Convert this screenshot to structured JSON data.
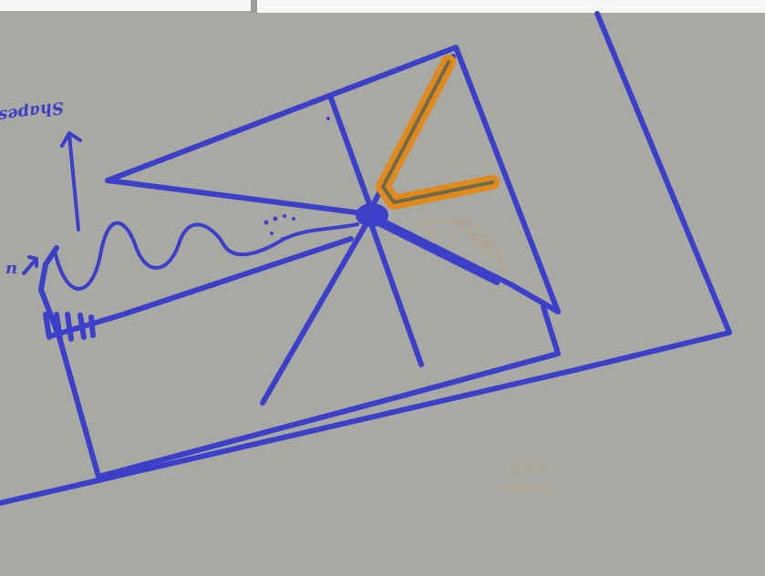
{
  "image": {
    "kind": "hand-drawn marker sketch on grey paper",
    "colors": {
      "paper": "#a9a9a4",
      "ink_blue": "#3c3fc8",
      "highlight_orange": "#e08a1e",
      "pencil_tan": "#b3a489",
      "page_top_white": "#f7f7f5"
    },
    "labels": {
      "arrow_label": "Shapes",
      "side_label": "n",
      "faint_note_line1": "Orrinal",
      "faint_note_line2": "Lolcot"
    }
  }
}
